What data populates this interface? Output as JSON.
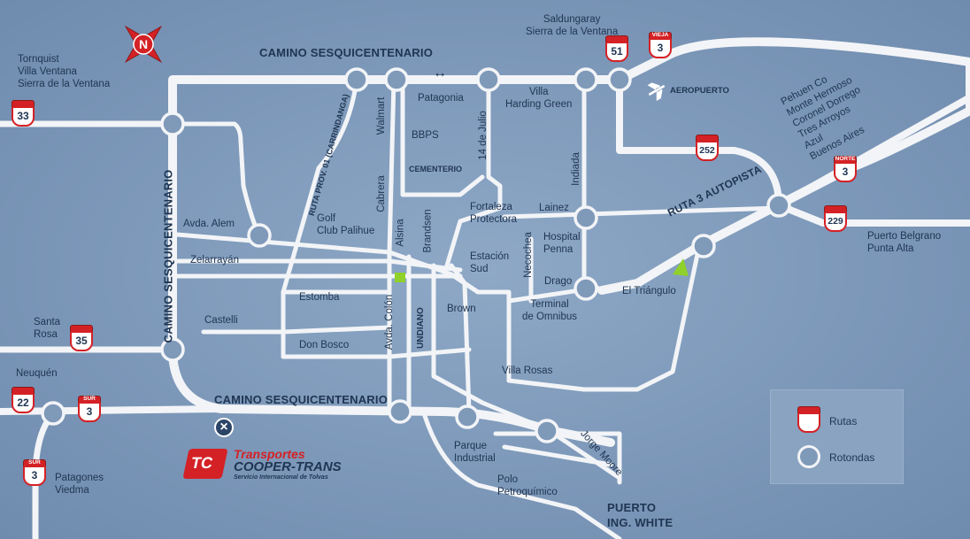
{
  "colors": {
    "background": "#7f99b9",
    "road": "#f2f4f7",
    "roundabout_fill": "#7f99b9",
    "route_red": "#d42125",
    "accent_green": "#8fd12a",
    "label_text": "#1f3552"
  },
  "compass": {
    "icon": "compass-north-icon",
    "letter": "N"
  },
  "roads": {
    "camino_top": "CAMINO SESQUICENTENARIO",
    "camino_left": "CAMINO SESQUICENTENARIO",
    "camino_bottom": "CAMINO SESQUICENTENARIO",
    "ruta3": "RUTA 3 AUTOPISTA",
    "ruta_prov": "RUTA PROV. 01 (CARRINDANGA)",
    "undiano": "UNDIANO"
  },
  "places": {
    "tornquist": "Tornquist\nVilla Ventana\nSierra de la Ventana",
    "saldungaray": "Saldungaray\nSierra de la Ventana",
    "aeropuerto": "AEROPUERTO",
    "pehuen": [
      "Pehuen Co",
      "Monte Hermoso",
      "Coronel Dorrego",
      "Tres Arroyos",
      "Azul",
      "Buenos Aires"
    ],
    "patagonia": "Patagonia",
    "villa_harding": "Villa\nHarding Green",
    "bbps": "BBPS",
    "walmart": "Walmart",
    "cementerio": "CEMENTERIO",
    "catorce": "14 de Julio",
    "indiada": "Indiada",
    "cabrera": "Cabrera",
    "fortaleza": "Fortaleza\nProtectora",
    "lainez": "Lainez",
    "avda_alem": "Avda. Alem",
    "golf": "Golf\nClub Palihue",
    "alsina": "Alsina",
    "brandsen": "Brandsen",
    "hospital": "Hospital\nPenna",
    "necochea": "Necochea",
    "estacion": "Estación\nSud",
    "zelarrayan": "Zelarrayán",
    "drago": "Drago",
    "triangulo": "El Triángulo",
    "puerto_belgrano": "Puerto Belgrano\nPunta Alta",
    "estomba": "Estomba",
    "terminal": "Terminal\nde Omnibus",
    "brown": "Brown",
    "castelli": "Castelli",
    "santa_rosa": "Santa\nRosa",
    "don_bosco": "Don Bosco",
    "avda_colon": "Avda. Colón",
    "villa_rosas": "Villa Rosas",
    "neuquen": "Neuquén",
    "parque": "Parque\nIndustrial",
    "jorge_moore": "Jorge Moore",
    "polo": "Polo\nPetroquímico",
    "patagones": "Patagones\nViedma",
    "puerto": "PUERTO\nING. WHITE"
  },
  "shields": {
    "r33": {
      "number": "33",
      "tag": ""
    },
    "r51": {
      "number": "51",
      "tag": ""
    },
    "vieja3": {
      "number": "3",
      "tag": "VIEJA"
    },
    "r252": {
      "number": "252",
      "tag": ""
    },
    "norte3": {
      "number": "3",
      "tag": "NORTE"
    },
    "r229": {
      "number": "229",
      "tag": ""
    },
    "r35": {
      "number": "35",
      "tag": ""
    },
    "r22": {
      "number": "22",
      "tag": ""
    },
    "sur3a": {
      "number": "3",
      "tag": "SUR"
    },
    "sur3b": {
      "number": "3",
      "tag": "SUR"
    }
  },
  "legend": {
    "rutas": "Rutas",
    "rotondas": "Rotondas"
  },
  "logo": {
    "name": "Transportes",
    "brand": "COOPER-TRANS",
    "tagline": "Servicio Internacional de Tolvas",
    "mark": "TC"
  },
  "close_icon": "×",
  "arrows": "↔"
}
